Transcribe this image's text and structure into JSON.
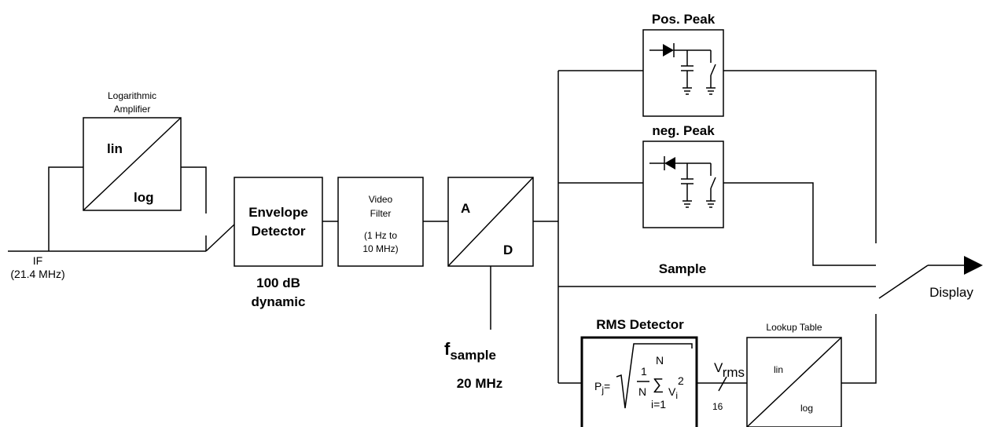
{
  "input": {
    "label": "IF",
    "freq": "(21.4 MHz)"
  },
  "log_amp": {
    "title_line1": "Logarithmic",
    "title_line2": "Amplifier",
    "in": "lin",
    "out": "log"
  },
  "envelope": {
    "line1": "Envelope",
    "line2": "Detector",
    "note_line1": "100 dB",
    "note_line2": "dynamic"
  },
  "video_filter": {
    "line1": "Video",
    "line2": "Filter",
    "line3": "(1 Hz to",
    "line4": "10 MHz)"
  },
  "adc": {
    "in": "A",
    "out": "D",
    "fs_main": "f",
    "fs_sub": "sample",
    "rate": "20 MHz"
  },
  "pos_peak": {
    "label": "Pos. Peak"
  },
  "neg_peak": {
    "label": "neg. Peak"
  },
  "sample": {
    "label": "Sample"
  },
  "rms": {
    "title": "RMS Detector",
    "P": "P",
    "j": "j",
    "eq": "=",
    "one": "1",
    "N": "N",
    "N_top": "N",
    "i_eq_1": "i=1",
    "V": "V",
    "i": "i",
    "two": "2",
    "v_out": "V",
    "v_out_sub": "rms",
    "bits": "16"
  },
  "lookup": {
    "title": "Lookup Table",
    "in": "lin",
    "out": "log"
  },
  "output": {
    "label": "Display"
  }
}
